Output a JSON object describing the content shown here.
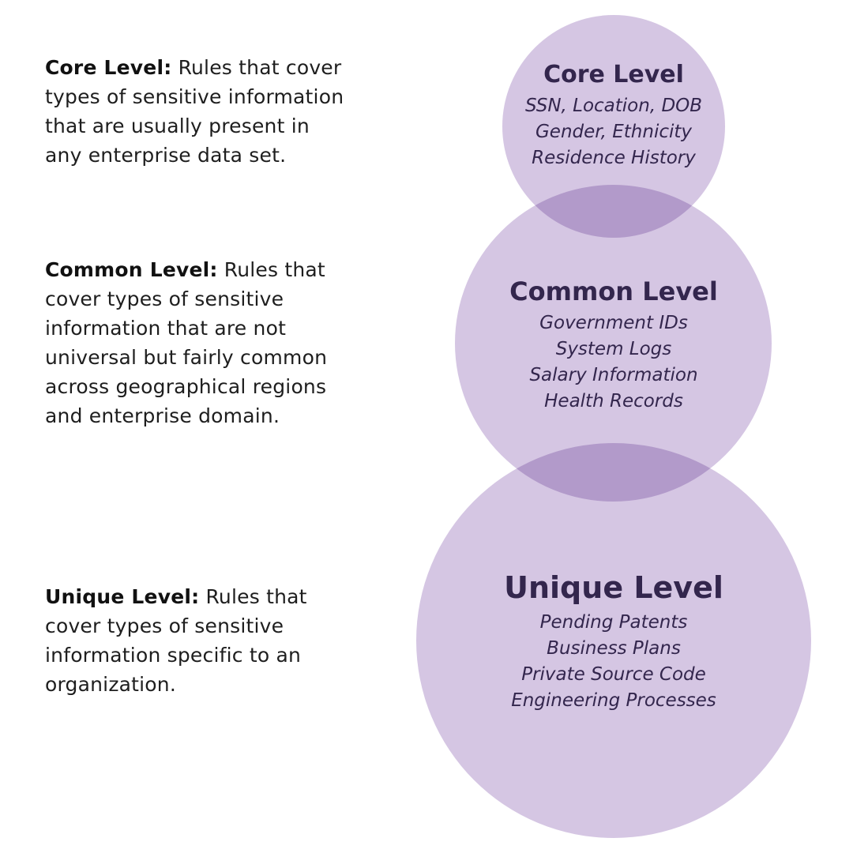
{
  "descriptions": {
    "core": {
      "term": "Core Level:",
      "text": " Rules that cover types of sensitive information that are usually present in any enterprise data set."
    },
    "common": {
      "term": "Common Level:",
      "text": " Rules that cover types of sensitive information that are not universal but fairly common across geographical regions and enterprise domain."
    },
    "unique": {
      "term": "Unique Level:",
      "text": " Rules that cover types of sensitive information specific to an organization."
    }
  },
  "circles": {
    "core": {
      "title": "Core Level",
      "items": [
        "SSN, Location, DOB",
        "Gender, Ethnicity",
        "Residence History"
      ]
    },
    "common": {
      "title": "Common Level",
      "items": [
        "Government IDs",
        "System Logs",
        "Salary Information",
        "Health Records"
      ]
    },
    "unique": {
      "title": "Unique Level",
      "items": [
        "Pending Patents",
        "Business Plans",
        "Private Source Code",
        "Engineering Processes"
      ]
    }
  },
  "colors": {
    "circle_fill": "#d5c6e3",
    "label_text": "#33264d"
  }
}
